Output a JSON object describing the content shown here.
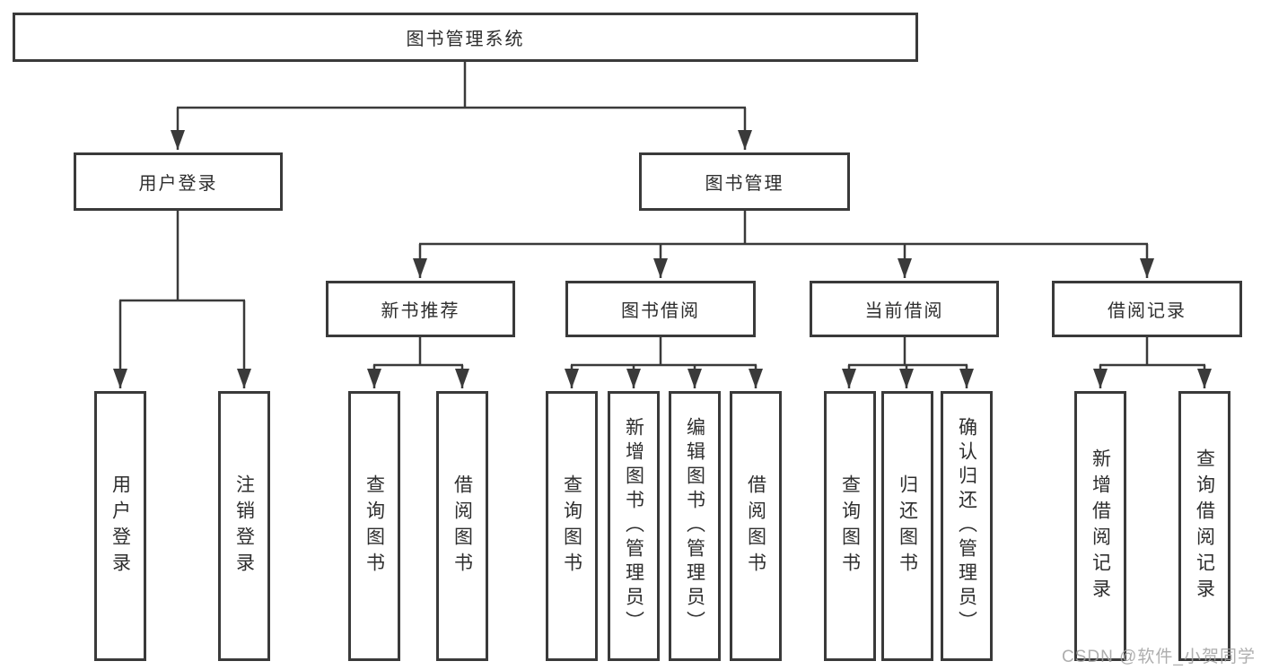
{
  "diagram": {
    "root": {
      "label": "图书管理系统"
    },
    "level2": [
      {
        "id": "user-login",
        "label": "用户登录"
      },
      {
        "id": "book-management",
        "label": "图书管理"
      }
    ],
    "level3": [
      {
        "id": "new-book-recommend",
        "label": "新书推荐",
        "parent": "book-management"
      },
      {
        "id": "book-borrowing",
        "label": "图书借阅",
        "parent": "book-management"
      },
      {
        "id": "current-borrowing",
        "label": "当前借阅",
        "parent": "book-management"
      },
      {
        "id": "borrowing-records",
        "label": "借阅记录",
        "parent": "book-management"
      }
    ],
    "leaves": [
      {
        "label": "用户登录",
        "parent": "user-login"
      },
      {
        "label": "注销登录",
        "parent": "user-login"
      },
      {
        "label": "查询图书",
        "parent": "new-book-recommend"
      },
      {
        "label": "借阅图书",
        "parent": "new-book-recommend"
      },
      {
        "label": "查询图书",
        "parent": "book-borrowing"
      },
      {
        "label": "新增图书（管理员）",
        "parent": "book-borrowing"
      },
      {
        "label": "编辑图书（管理员）",
        "parent": "book-borrowing"
      },
      {
        "label": "借阅图书",
        "parent": "book-borrowing"
      },
      {
        "label": "查询图书",
        "parent": "current-borrowing"
      },
      {
        "label": "归还图书",
        "parent": "current-borrowing"
      },
      {
        "label": "确认归还（管理员）",
        "parent": "current-borrowing"
      },
      {
        "label": "新增借阅记录",
        "parent": "borrowing-records"
      },
      {
        "label": "查询借阅记录",
        "parent": "borrowing-records"
      }
    ]
  },
  "watermark": {
    "text": "CSDN @软件_小贺同学"
  },
  "colors": {
    "line": "#3a3a3a",
    "text": "#2e2e2e",
    "box_background": "#ffffff",
    "watermark": "#a0a0a0"
  }
}
